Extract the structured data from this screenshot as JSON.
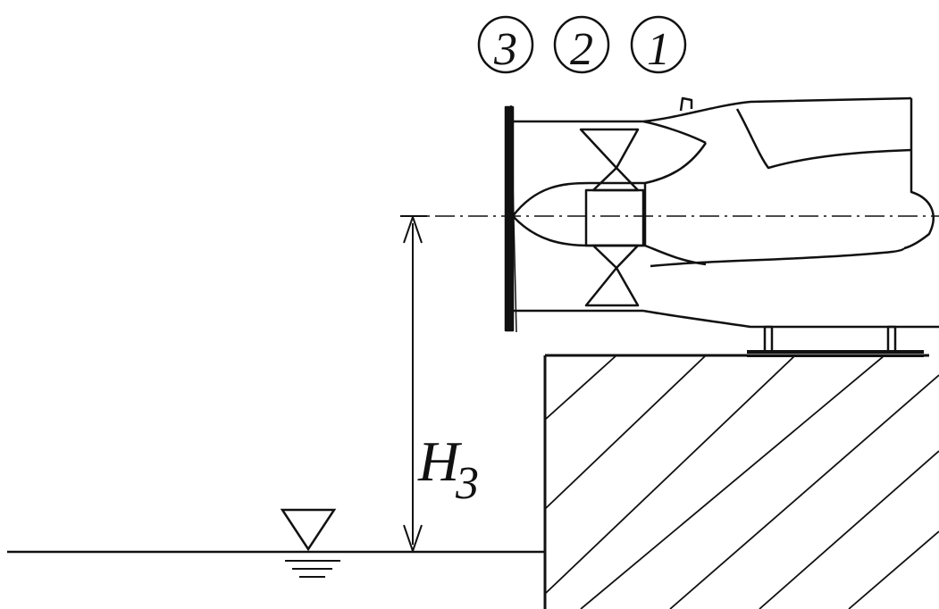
{
  "labels": {
    "section_3": "3",
    "section_2": "2",
    "section_1": "1",
    "height_symbol": "H",
    "height_subscript": "3"
  },
  "colors": {
    "line": "#111111",
    "background": "#ffffff"
  }
}
